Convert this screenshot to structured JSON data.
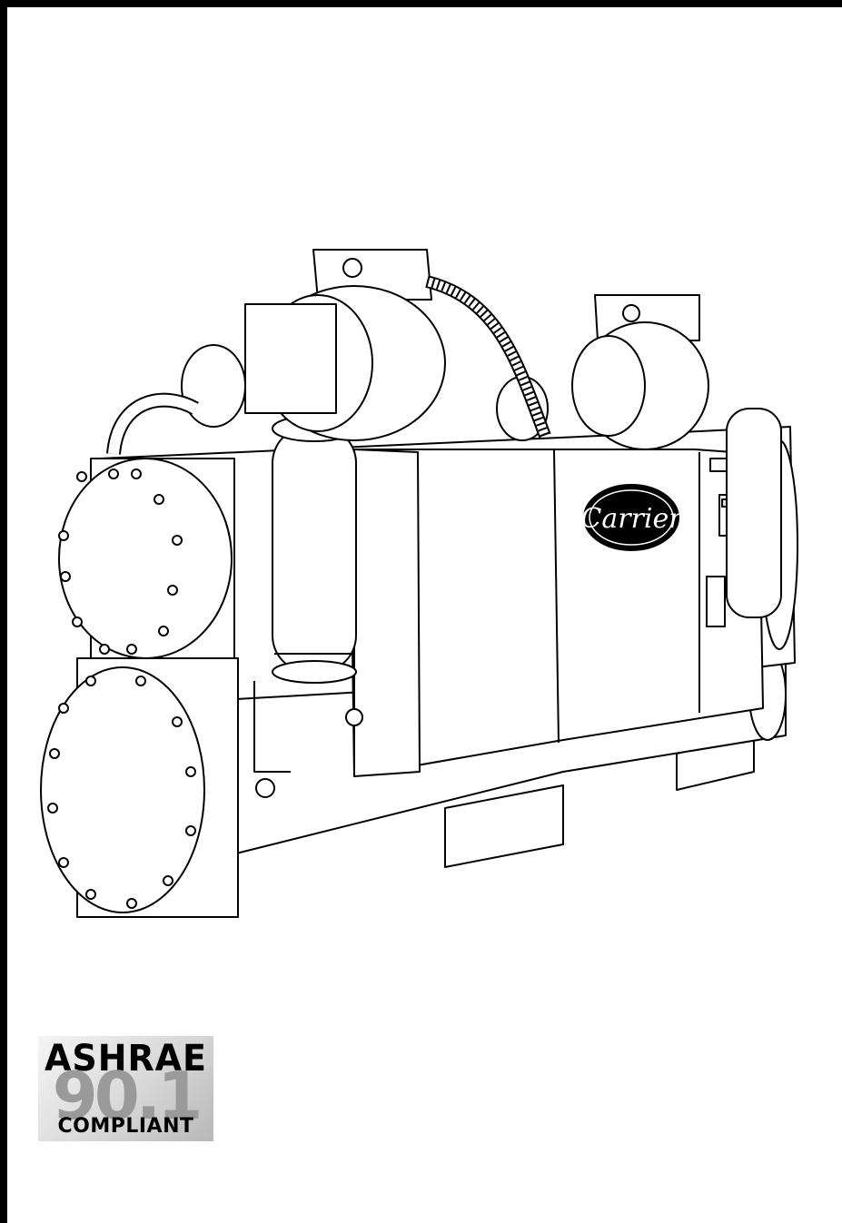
{
  "brand": {
    "logo_text": "Carrier"
  },
  "badge": {
    "line1": "ASHRAE",
    "line2": "90.1",
    "line3": "COMPLIANT"
  },
  "illustration": {
    "subject": "water-cooled-chiller-line-drawing"
  },
  "colors": {
    "frame": "#000000",
    "background": "#ffffff",
    "badge_gray": "#9a9a9a"
  }
}
